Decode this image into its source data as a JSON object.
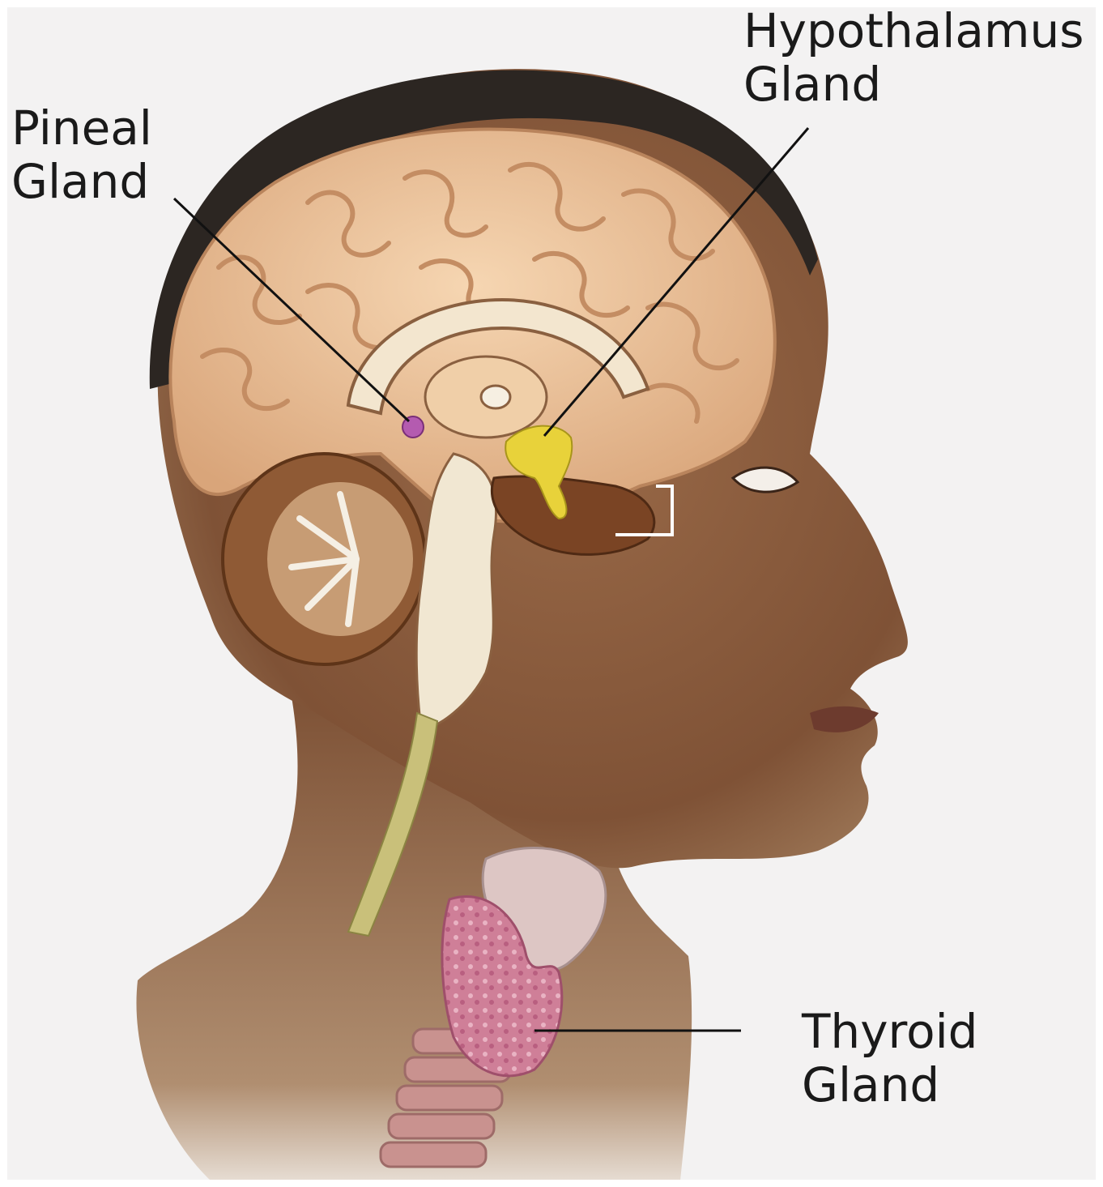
{
  "labels": {
    "pineal": {
      "line1": "Pineal",
      "line2": "Gland"
    },
    "hypothalamus": {
      "line1": "Hypothalamus",
      "line2": "Gland"
    },
    "thyroid": {
      "line1": "Thyroid",
      "line2": "Gland"
    }
  },
  "colors": {
    "background": "#f3f2f2",
    "skin": "#8a5a3c",
    "brain": "#e9bd91",
    "cerebellum": "#8f5a35",
    "pineal_gland": "#b45bb0",
    "hypothalamus_gland": "#e8d23a",
    "thyroid_gland": "#d48aa0",
    "hair": "#2c2622",
    "leader_line": "#111111"
  }
}
